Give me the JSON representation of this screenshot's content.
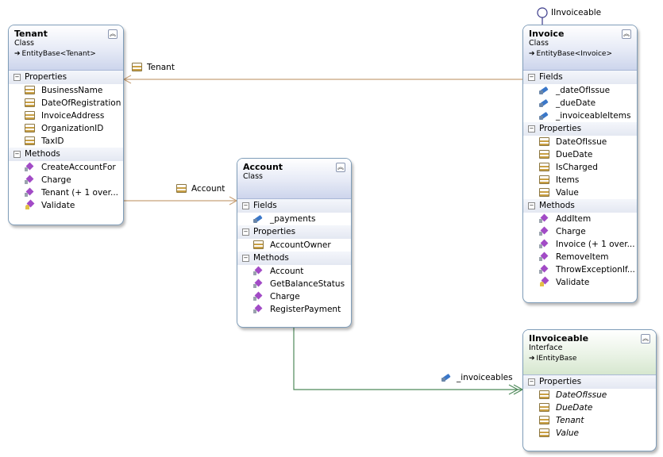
{
  "lollipop_label": "IInvoiceable",
  "tenant": {
    "name": "Tenant",
    "kind": "Class",
    "base": "EntityBase<Tenant>",
    "sections": {
      "properties": {
        "label": "Properties",
        "items": [
          "BusinessName",
          "DateOfRegistration",
          "InvoiceAddress",
          "OrganizationID",
          "TaxID"
        ]
      },
      "methods": {
        "label": "Methods",
        "items": [
          "CreateAccountFor",
          "Charge",
          "Tenant (+ 1 over...",
          "Validate"
        ]
      }
    }
  },
  "invoice": {
    "name": "Invoice",
    "kind": "Class",
    "base": "EntityBase<Invoice>",
    "sections": {
      "fields": {
        "label": "Fields",
        "items": [
          "_dateOfIssue",
          "_dueDate",
          "_invoiceableItems"
        ]
      },
      "properties": {
        "label": "Properties",
        "items": [
          "DateOfIssue",
          "DueDate",
          "IsCharged",
          "Items",
          "Value"
        ]
      },
      "methods": {
        "label": "Methods",
        "items": [
          "AddItem",
          "Charge",
          "Invoice (+ 1 over...",
          "RemoveItem",
          "ThrowExceptionIf...",
          "Validate"
        ]
      }
    }
  },
  "account": {
    "name": "Account",
    "kind": "Class",
    "sections": {
      "fields": {
        "label": "Fields",
        "items": [
          "_payments"
        ]
      },
      "properties": {
        "label": "Properties",
        "items": [
          "AccountOwner"
        ]
      },
      "methods": {
        "label": "Methods",
        "items": [
          "Account",
          "GetBalanceStatus",
          "Charge",
          "RegisterPayment"
        ]
      }
    }
  },
  "iinvoiceable": {
    "name": "IInvoiceable",
    "kind": "Interface",
    "base": "IEntityBase",
    "sections": {
      "properties": {
        "label": "Properties",
        "items": [
          "DateOfIssue",
          "DueDate",
          "Tenant",
          "Value"
        ]
      }
    }
  },
  "associations": {
    "invoice_tenant": "Tenant",
    "tenant_account": "Account",
    "account_invoiceables": "_invoiceables"
  },
  "colors": {
    "assoc_line": "#c8a27a",
    "collection_line": "#4f8a5b",
    "shape_border": "#7f9db9"
  },
  "icons": {
    "collapse": "double-chevron-up-icon",
    "section_toggle": "minus-box-icon",
    "base_arrow": "inheritance-arrow-icon"
  }
}
